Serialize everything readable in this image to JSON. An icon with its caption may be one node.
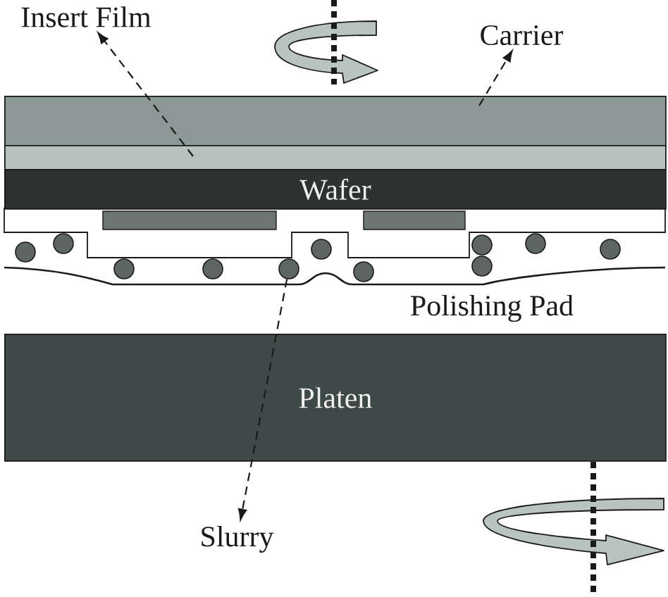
{
  "diagram": {
    "nodes": [
      {
        "text": [
          "Insert Film"
        ]
      },
      {
        "text": [
          "Carrier"
        ]
      },
      {
        "text": [],
        "shape": "box"
      },
      {
        "text": [],
        "shape": "box"
      },
      {
        "text": [
          "Wafer"
        ]
      },
      {
        "text": [],
        "shape": "circle"
      },
      {
        "text": [],
        "shape": "circle"
      },
      {
        "text": [],
        "shape": "circle"
      },
      {
        "text": [],
        "shape": "circle"
      },
      {
        "text": [],
        "shape": "circle"
      },
      {
        "text": [],
        "shape": "circle"
      },
      {
        "text": [],
        "shape": "circle"
      },
      {
        "text": [],
        "shape": "circle"
      },
      {
        "text": [],
        "shape": "circle"
      },
      {
        "text": [],
        "shape": "circle"
      },
      {
        "text": [],
        "shape": "circle"
      },
      {
        "text": [
          "Polishing Pad"
        ]
      },
      {
        "text": [
          "Platen"
        ]
      },
      {
        "text": [
          "Slurry"
        ]
      }
    ],
    "edges": [
      {
        "from": 3,
        "to": 0,
        "arrow": "to",
        "style": "dashed"
      },
      {
        "from": 2,
        "to": 1,
        "arrow": "to",
        "style": "dashed"
      },
      {
        "from": 9,
        "to": 18,
        "arrow": "to",
        "style": "dashed"
      }
    ]
  }
}
